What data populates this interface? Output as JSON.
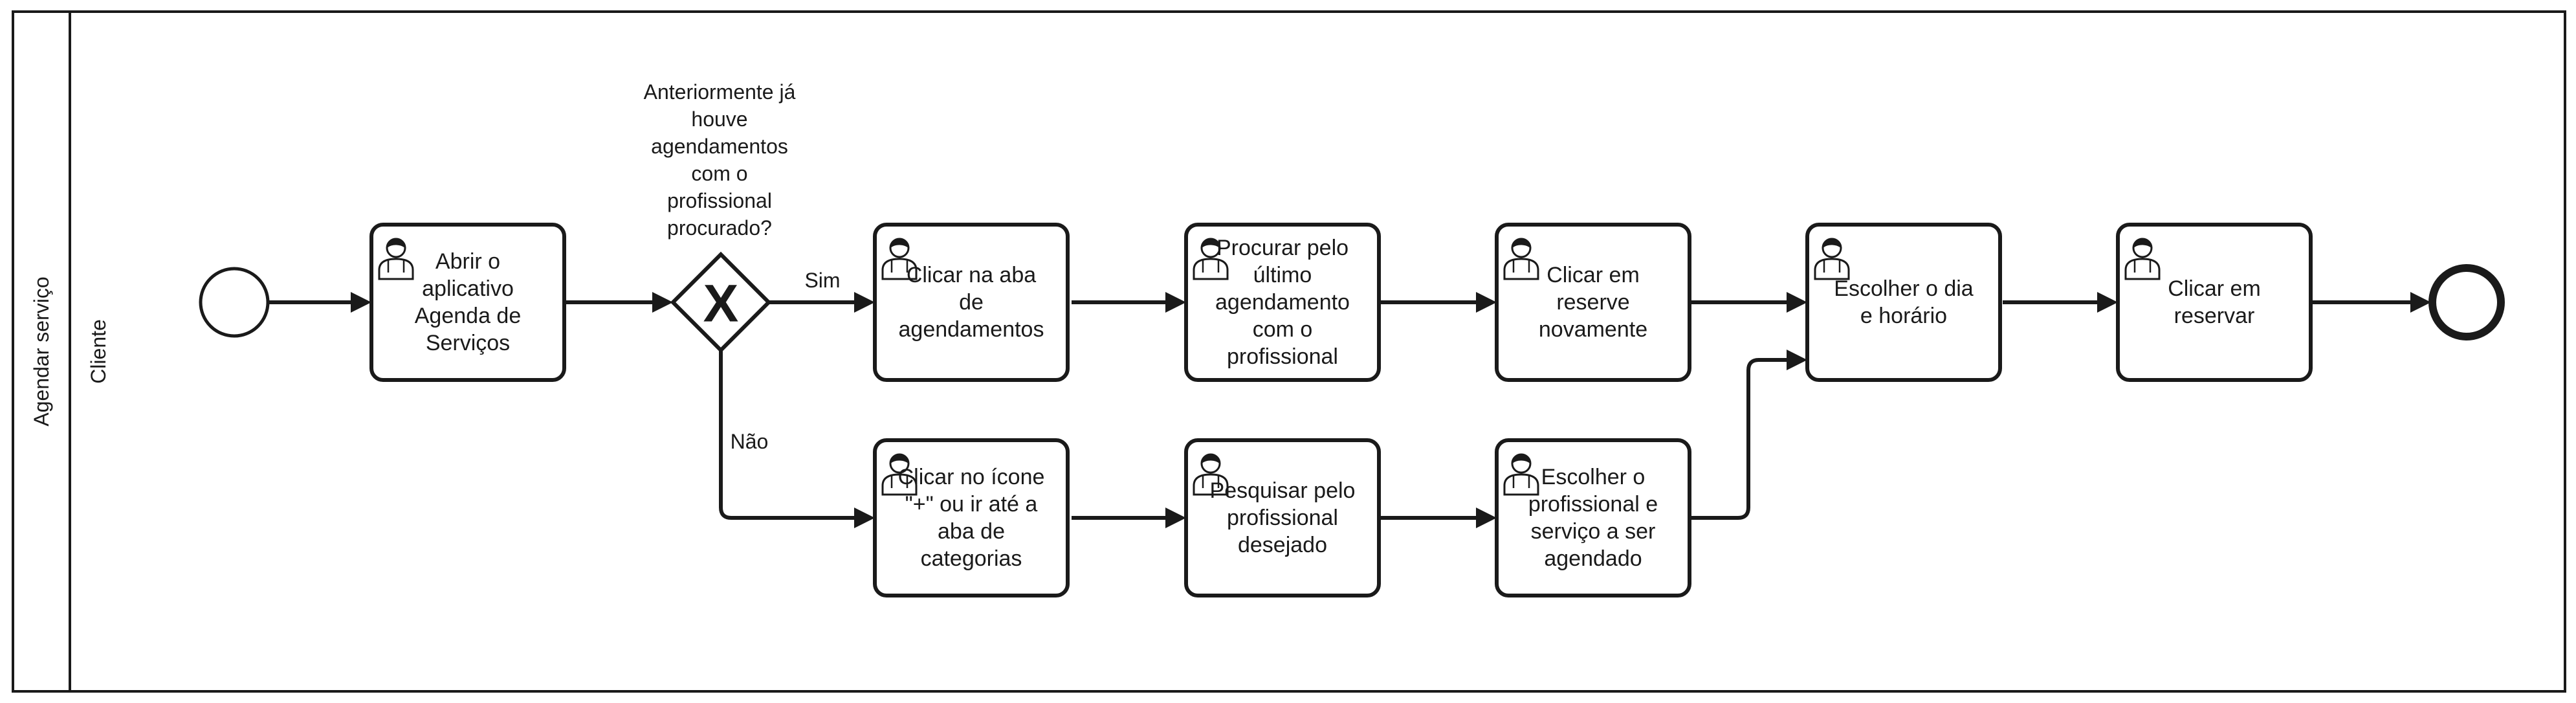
{
  "pool": {
    "label": "Agendar serviço"
  },
  "lane": {
    "label": "Cliente"
  },
  "gateway": {
    "symbol": "X",
    "question": [
      "Anteriormente já",
      "houve",
      "agendamentos",
      "com o",
      "profissional",
      "procurado?"
    ],
    "yes_label": "Sim",
    "no_label": "Não"
  },
  "tasks": [
    {
      "id": "abrir-aplicativo",
      "lines": [
        "Abrir o",
        "aplicativo",
        "Agenda de",
        "Serviços"
      ]
    },
    {
      "id": "clicar-aba-agendamentos",
      "lines": [
        "Clicar na aba",
        "de",
        "agendamentos"
      ]
    },
    {
      "id": "procurar-ultimo-agendamento",
      "lines": [
        "Procurar pelo",
        "último",
        "agendamento",
        "com o",
        "profissional"
      ]
    },
    {
      "id": "clicar-reserve-novamente",
      "lines": [
        "Clicar em",
        "reserve",
        "novamente"
      ]
    },
    {
      "id": "escolher-dia-horario",
      "lines": [
        "Escolher o dia",
        "e horário"
      ]
    },
    {
      "id": "clicar-reservar",
      "lines": [
        "Clicar em",
        "reservar"
      ]
    },
    {
      "id": "clicar-icone-mais",
      "lines": [
        "Clicar no ícone",
        "\"+\" ou ir até a",
        "aba de",
        "categorias"
      ]
    },
    {
      "id": "pesquisar-profissional",
      "lines": [
        "Pesquisar pelo",
        "profissional",
        "desejado"
      ]
    },
    {
      "id": "escolher-profissional-servico",
      "lines": [
        "Escolher o",
        "profissional e",
        "serviço a ser",
        "agendado"
      ]
    }
  ],
  "icons": {
    "task_type": "user-icon",
    "start": "start-event-icon",
    "end": "end-event-icon",
    "gateway": "exclusive-gateway-icon"
  },
  "colors": {
    "stroke": "#1a1a1a",
    "fill": "#ffffff"
  }
}
